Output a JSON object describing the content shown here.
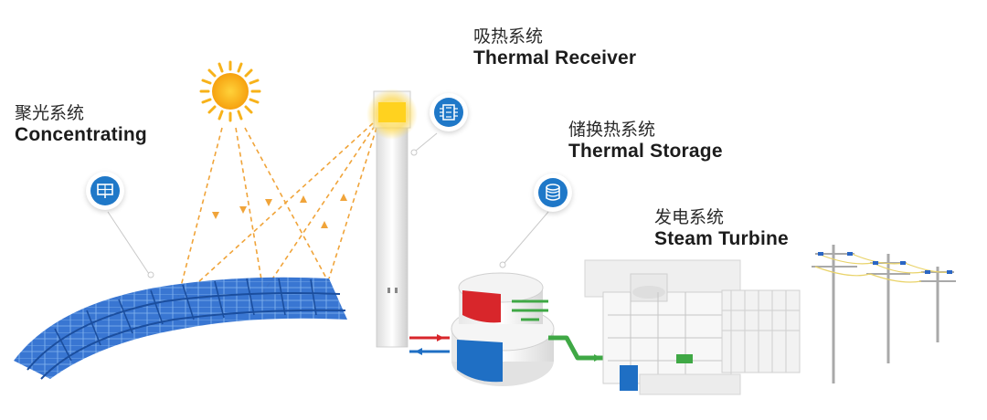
{
  "labels": {
    "concentrating": {
      "cn": "聚光系统",
      "en": "Concentrating"
    },
    "receiver": {
      "cn": "吸热系统",
      "en": "Thermal Receiver"
    },
    "storage": {
      "cn": "储换热系统",
      "en": "Thermal Storage"
    },
    "turbine": {
      "cn": "发电系统",
      "en": "Steam Turbine"
    }
  },
  "icons": {
    "concentrating": "solar-panel-icon",
    "receiver": "receiver-icon",
    "storage": "database-icon"
  },
  "colors": {
    "accent": "#1f78c8",
    "panel": "#2f6fd0",
    "hot_tank": "#d8262b",
    "cold_tank": "#1f6fc4",
    "pipe_green": "#3fa845",
    "sun": "#f7b21a",
    "ray": "#f0a43a"
  }
}
